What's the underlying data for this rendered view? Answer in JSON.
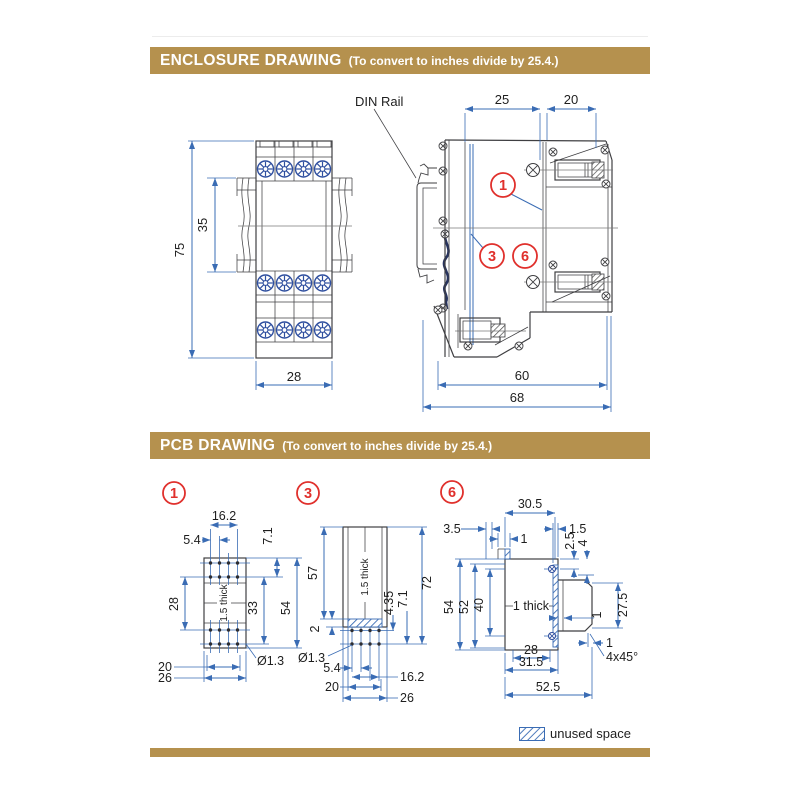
{
  "enclosure_section": {
    "header": {
      "title": "ENCLOSURE DRAWING",
      "subtitle": "(To convert to inches divide by 25.4.)"
    },
    "front_view": {
      "dim_height": "75",
      "dim_rail_height": "35",
      "dim_width": "28"
    },
    "side_view": {
      "din_rail_label": "DIN Rail",
      "dim_top_left": "25",
      "dim_top_right": "20",
      "dim_bottom_inner": "60",
      "dim_bottom_outer": "68",
      "callout_1": "1",
      "callout_3": "3",
      "callout_6": "6"
    }
  },
  "pcb_section": {
    "header": {
      "title": "PCB DRAWING",
      "subtitle": "(To convert to inches divide by 25.4.)"
    },
    "view1": {
      "callout": "1",
      "dim_hole_span": "16.2",
      "dim_hole_pitch": "5.4",
      "dim_top_offset": "7.1",
      "dim_left": "28",
      "dim_right_inner": "33",
      "dim_right_outer": "54",
      "thickness_note": "1.5 thick",
      "dim_bottom_inner": "20",
      "dim_bottom_outer": "26",
      "hole_diameter": "Ø1.3"
    },
    "view3": {
      "callout": "3",
      "dim_body_height": "57",
      "dim_strip": "2",
      "dim_total_height": "72",
      "dim_pin_a": "4.35",
      "dim_pin_b": "7.1",
      "thickness_note": "1.5 thick",
      "hole_diameter": "Ø1.3",
      "dim_hole_pitch": "5.4",
      "dim_hole_span": "16.2",
      "dim_bottom_inner": "20",
      "dim_bottom_outer": "26"
    },
    "view6": {
      "callout": "6",
      "dim_top_width": "30.5",
      "dim_step_a": "3.5",
      "dim_step_b": "1",
      "dim_step_c": "1.5",
      "dim_step_d": "2.5",
      "dim_step_e": "4",
      "dim_left_outer": "54",
      "dim_left_mid": "52",
      "dim_left_inner": "40",
      "thickness_note": "1 thick",
      "dim_right_height": "27.5",
      "dim_notch": "1",
      "dim_chamfer": "1",
      "chamfer_note": "4x45°",
      "dim_bottom_inner": "28",
      "dim_bottom_mid": "31.5",
      "dim_bottom_outer": "52.5"
    }
  },
  "legend": {
    "label": "unused space"
  },
  "colors": {
    "accent_tan": "#b5914e",
    "dim_blue": "#3a6cb4",
    "callout_red": "#e0302c",
    "outline": "#3f3f42"
  }
}
